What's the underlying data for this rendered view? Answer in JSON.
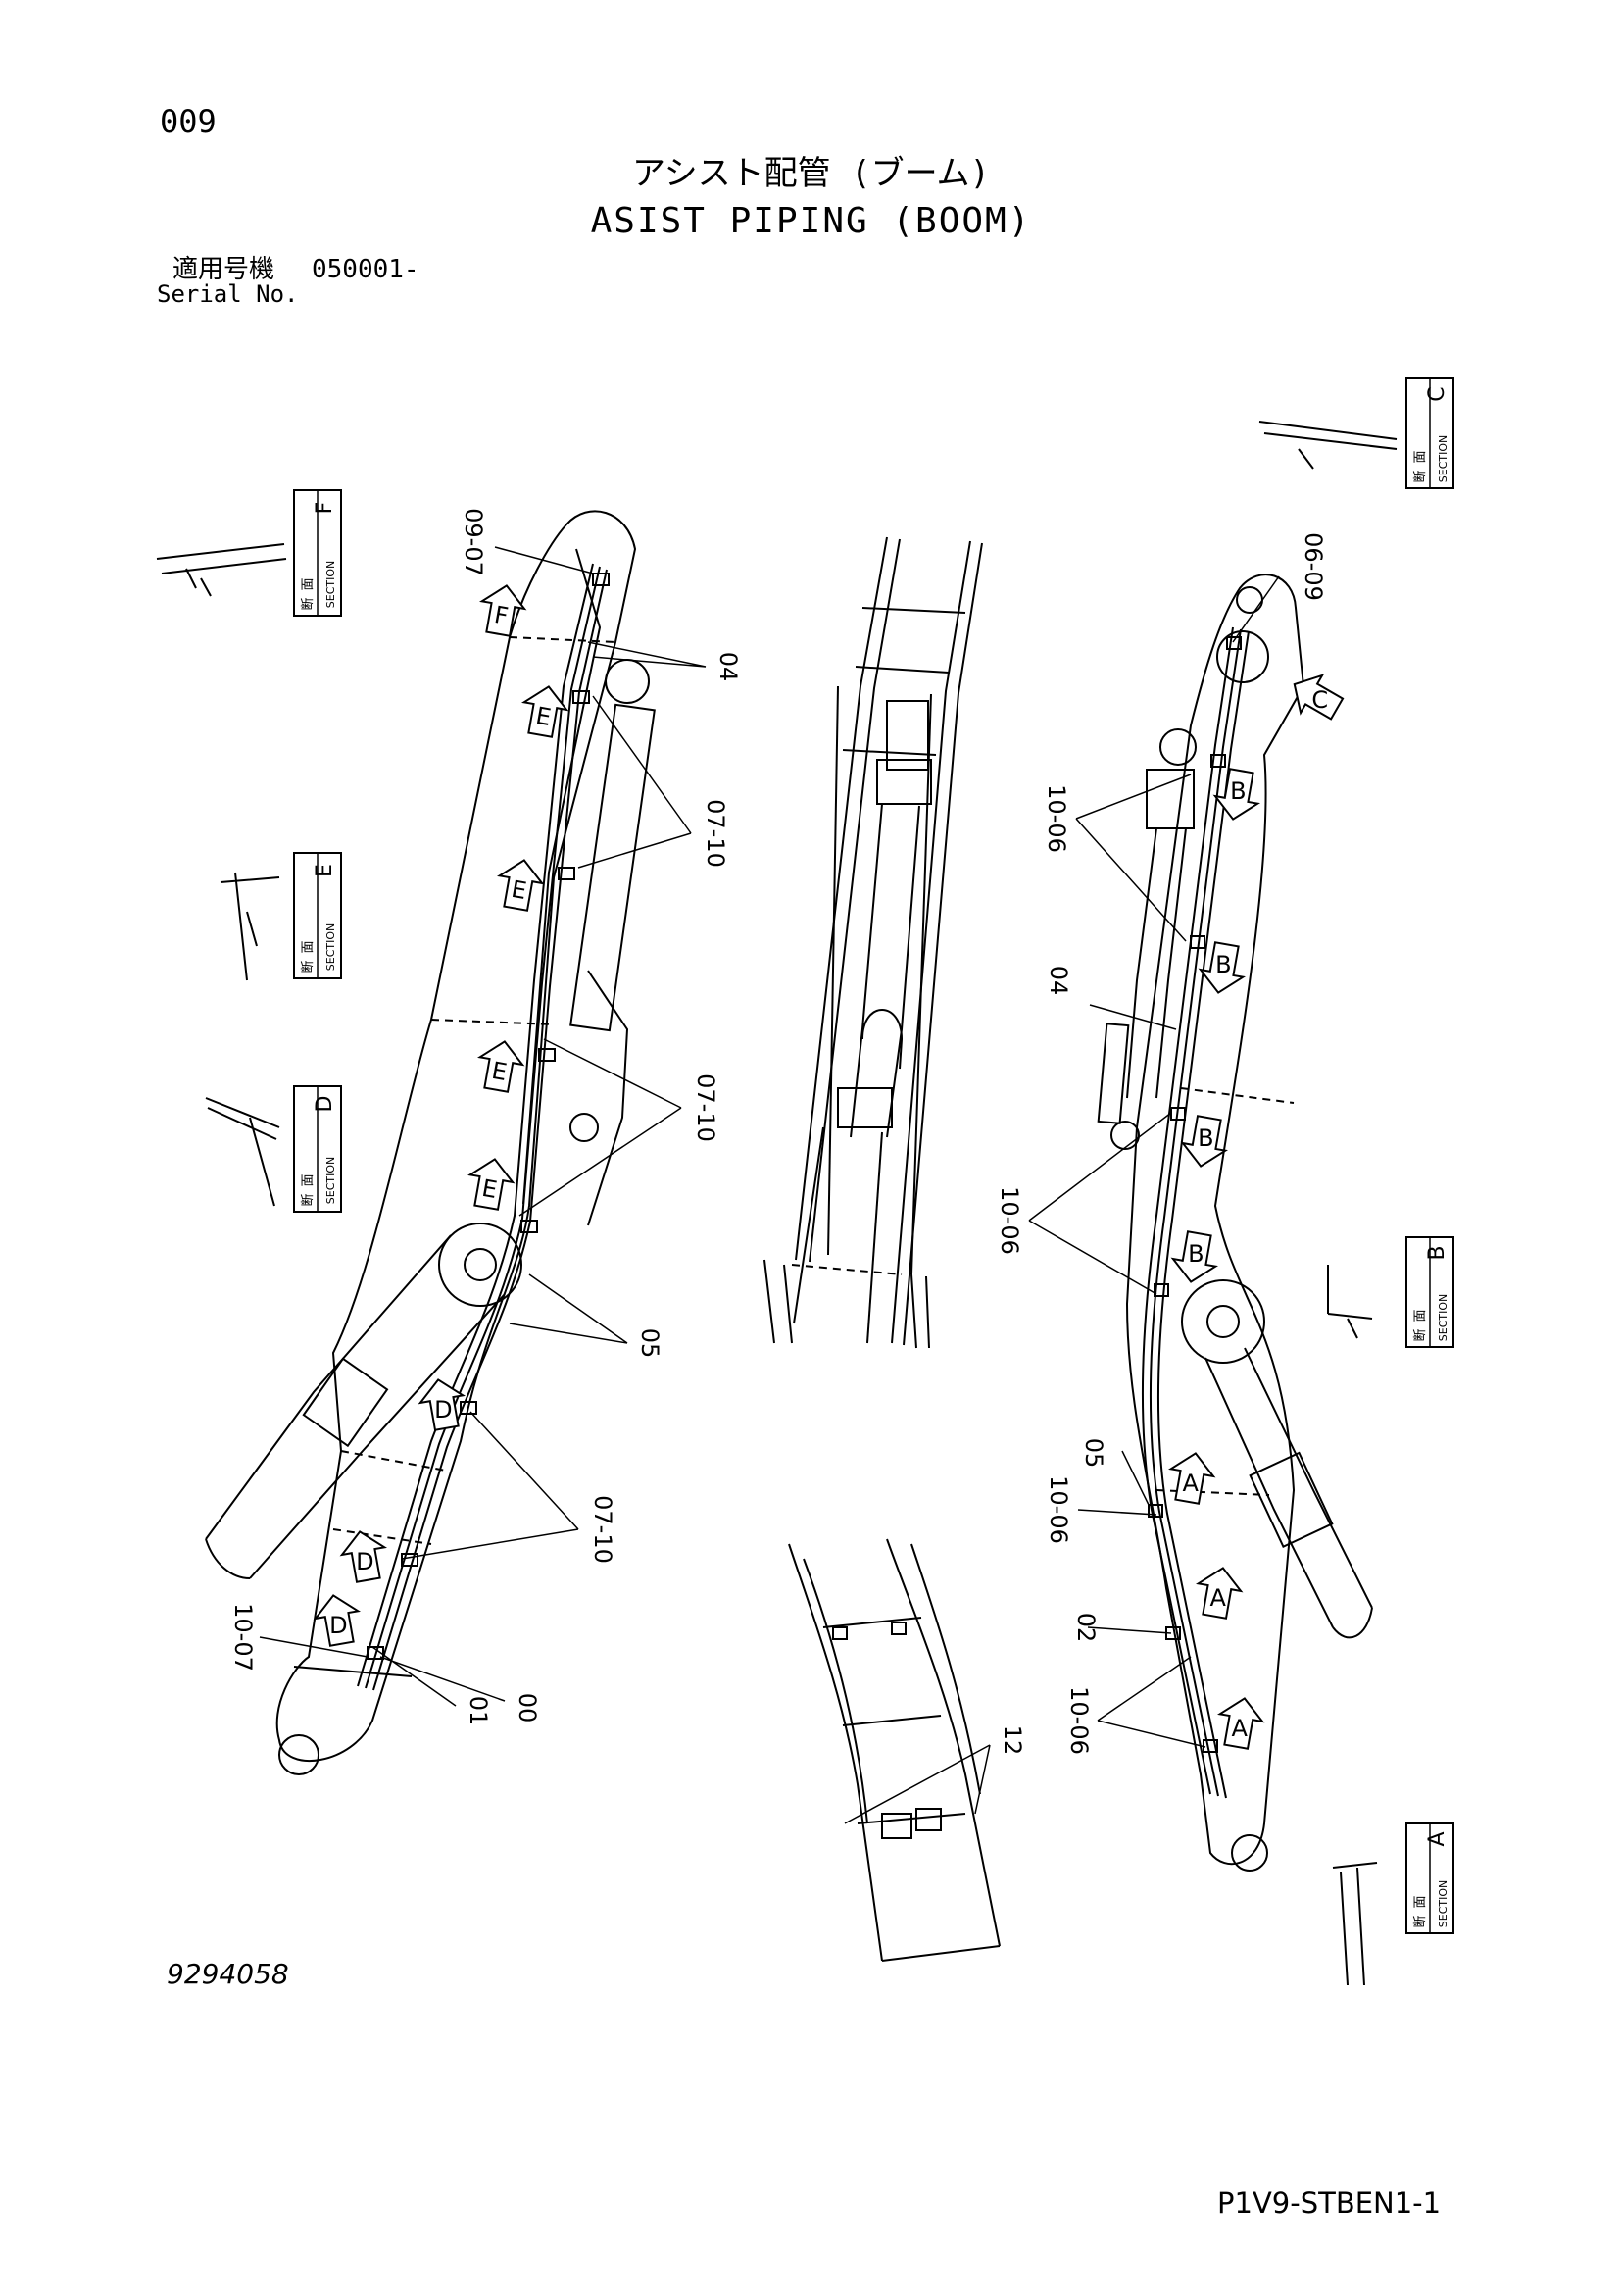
{
  "header": {
    "page_number": "009",
    "title_jp": "アシスト配管 (ブーム)",
    "title_en": "ASIST PIPING (BOOM)",
    "serial_label_jp": "適用号機",
    "serial_number": "050001-",
    "serial_label_en": "Serial No."
  },
  "section_boxes": [
    {
      "letter": "F",
      "kanji1": "断",
      "kanji2": "面",
      "word": "SECTION"
    },
    {
      "letter": "E",
      "kanji1": "断",
      "kanji2": "面",
      "word": "SECTION"
    },
    {
      "letter": "D",
      "kanji1": "断",
      "kanji2": "面",
      "word": "SECTION"
    },
    {
      "letter": "C",
      "kanji1": "断",
      "kanji2": "面",
      "word": "SECTION"
    },
    {
      "letter": "B",
      "kanji1": "断",
      "kanji2": "面",
      "word": "SECTION"
    },
    {
      "letter": "A",
      "kanji1": "断",
      "kanji2": "面",
      "word": "SECTION"
    }
  ],
  "arrow_tags": [
    "F",
    "E",
    "E",
    "E",
    "E",
    "D",
    "D",
    "D",
    "C",
    "B",
    "B",
    "B",
    "B",
    "A",
    "A",
    "A"
  ],
  "callouts": {
    "left_view": [
      "09-07",
      "04",
      "07-10",
      "07-10",
      "05",
      "07-10",
      "10-07",
      "01",
      "00"
    ],
    "right_view": [
      "06-09",
      "10-06",
      "04",
      "10-06",
      "05",
      "10-06",
      "02",
      "10-06"
    ],
    "bottom_view": [
      "12"
    ]
  },
  "footer": {
    "drawing_number": "9294058",
    "sheet_code": "P1V9-STBEN1-1"
  }
}
